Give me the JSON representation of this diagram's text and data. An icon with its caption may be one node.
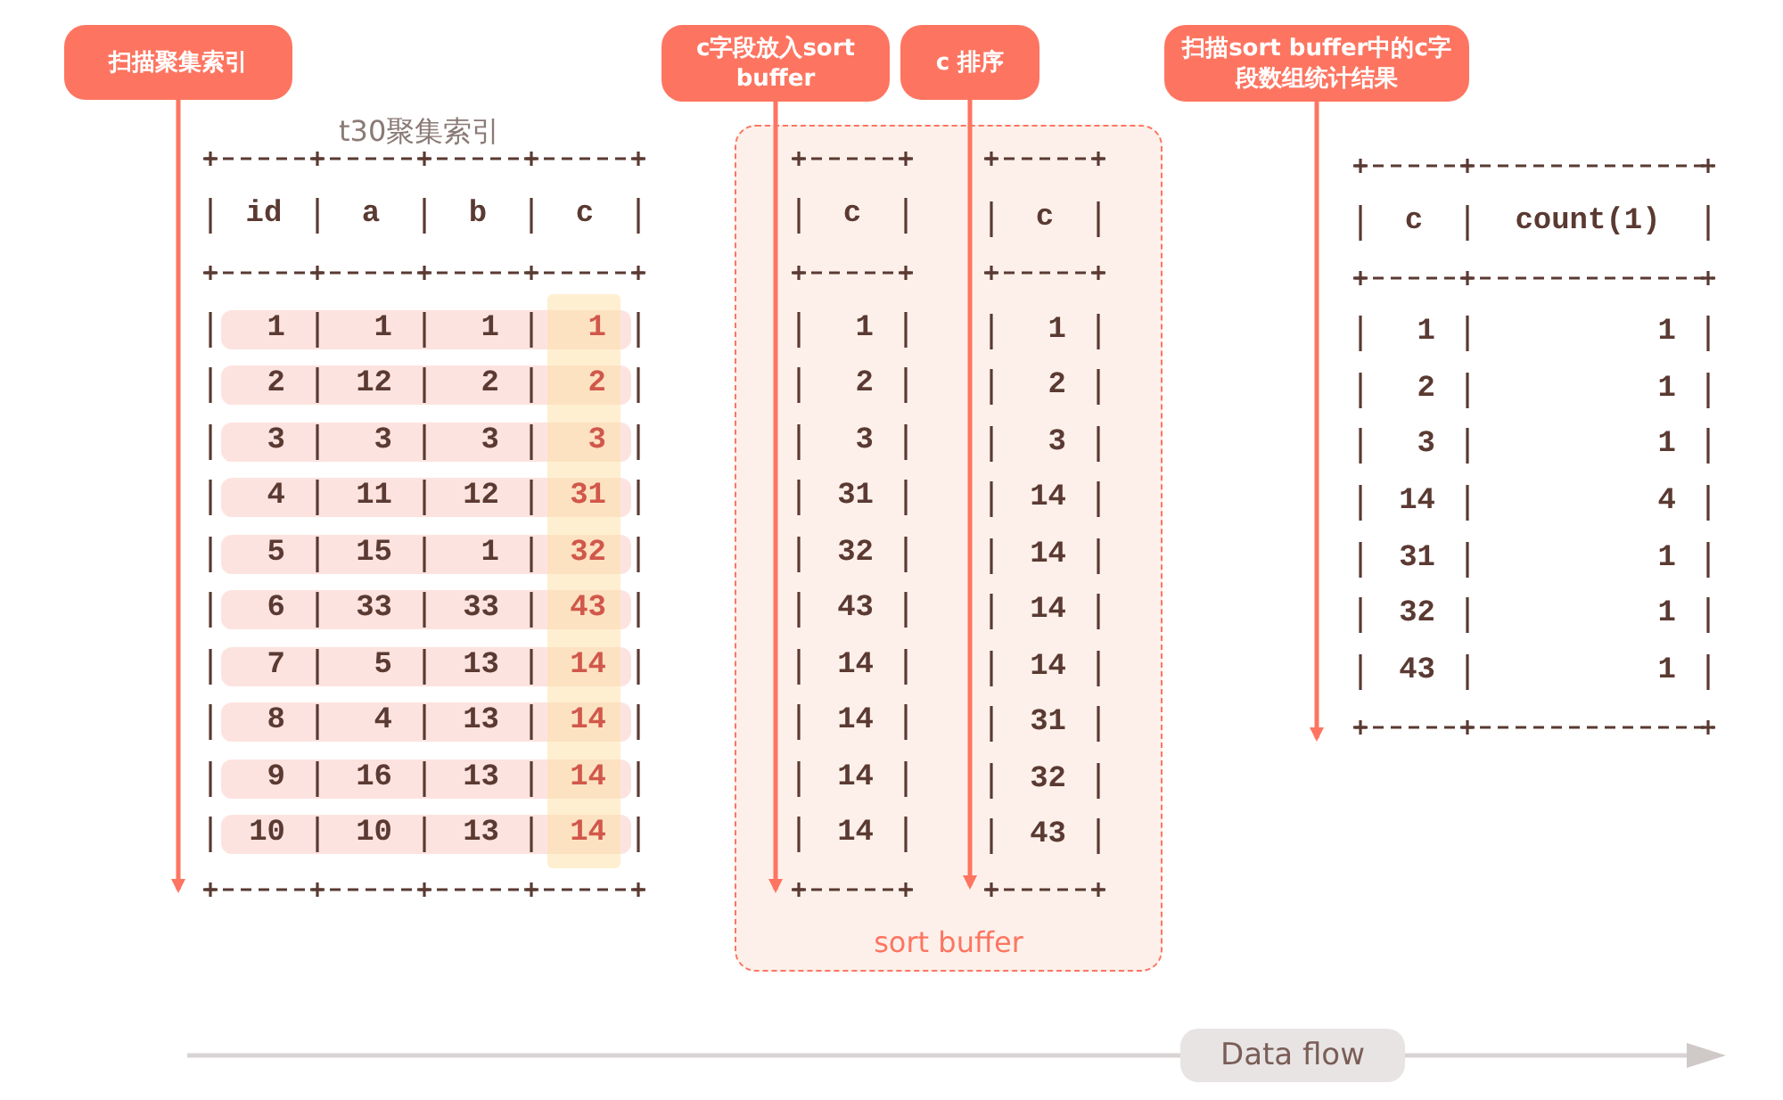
{
  "diagram": {
    "nodes": [
      {
        "text": [
          "扫描聚集索引"
        ]
      },
      {
        "text": [
          "c字段放入sort buffer"
        ]
      },
      {
        "text": [
          "c 排序"
        ]
      },
      {
        "text": [
          "扫描sort buffer中的c字段数组统计结果"
        ]
      },
      {
        "text": [
          "sort buffer"
        ]
      }
    ],
    "edges": [
      {
        "from": 0,
        "to": null,
        "arrow": "to"
      },
      {
        "from": 1,
        "to": 4,
        "arrow": "to"
      },
      {
        "from": 2,
        "to": 4,
        "arrow": "to"
      },
      {
        "from": 3,
        "to": null,
        "arrow": "to"
      }
    ],
    "labels": [
      "t30聚集索引",
      "id",
      "a",
      "b",
      "c",
      "1",
      "1",
      "1",
      "1",
      "2",
      "12",
      "2",
      "2",
      "3",
      "3",
      "3",
      "3",
      "4",
      "11",
      "12",
      "31",
      "5",
      "15",
      "1",
      "32",
      "6",
      "33",
      "33",
      "43",
      "7",
      "5",
      "13",
      "14",
      "8",
      "4",
      "13",
      "14",
      "9",
      "16",
      "13",
      "14",
      "10",
      "10",
      "13",
      "14",
      "c",
      "1",
      "2",
      "3",
      "31",
      "32",
      "43",
      "14",
      "14",
      "14",
      "14",
      "c",
      "1",
      "2",
      "3",
      "14",
      "14",
      "14",
      "14",
      "31",
      "32",
      "43",
      "c",
      "count(1)",
      "1",
      "1",
      "2",
      "1",
      "3",
      "1",
      "14",
      "4",
      "31",
      "1",
      "32",
      "1",
      "43",
      "1",
      "Data flow"
    ]
  }
}
